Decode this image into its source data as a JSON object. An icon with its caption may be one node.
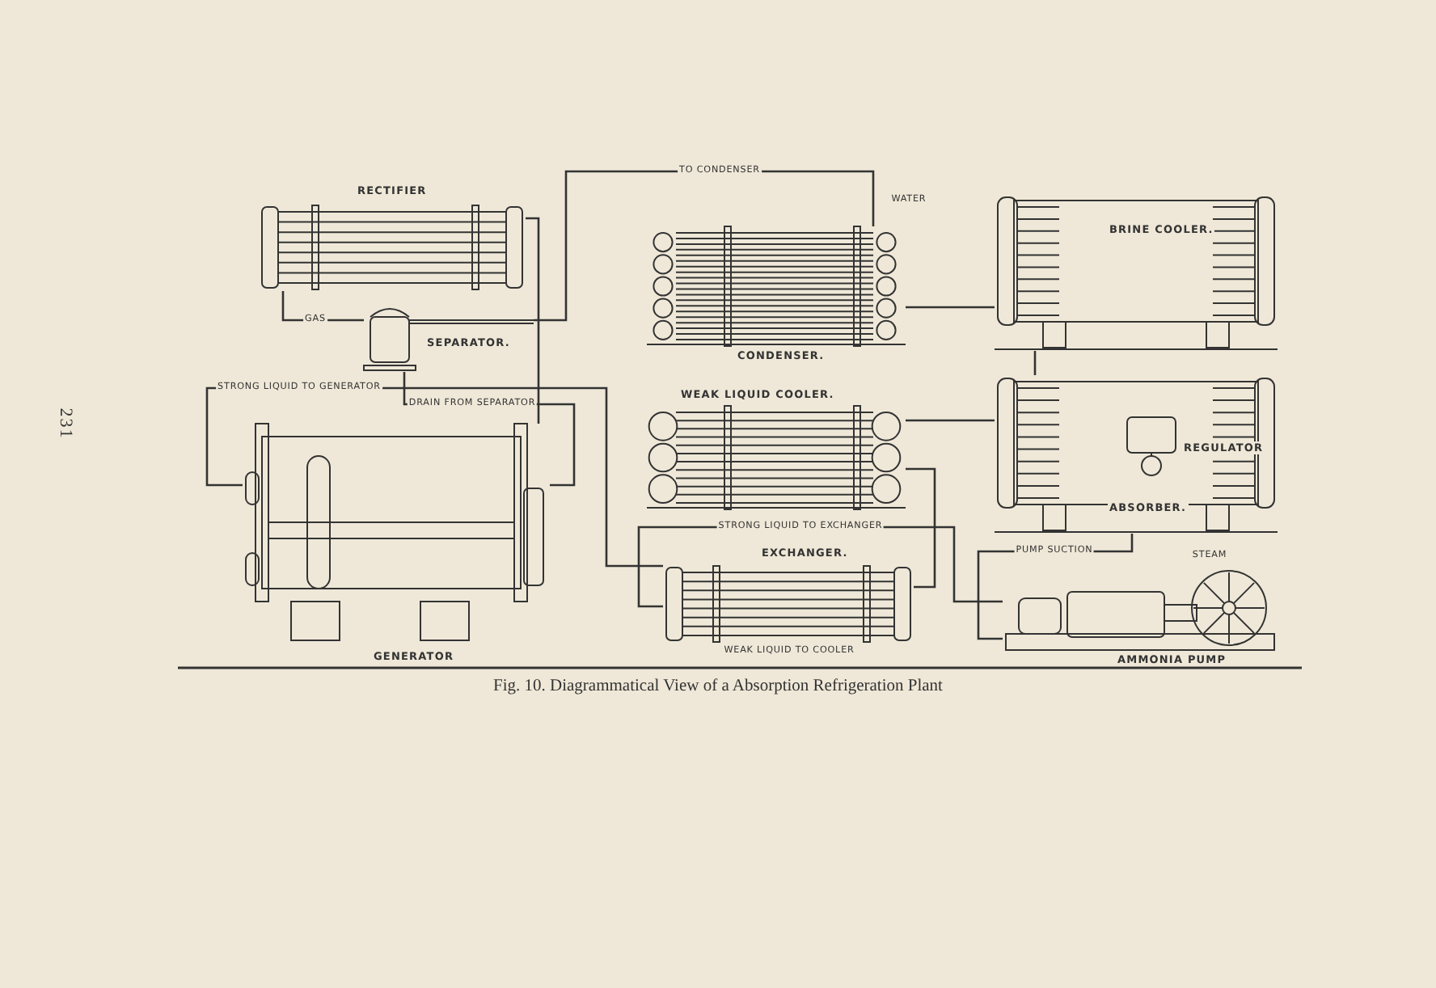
{
  "diagram": {
    "caption": "Fig. 10. Diagrammatical View of a Absorption Refrigeration Plant",
    "nodes": [
      {
        "text": [
          "RECTIFIER"
        ]
      },
      {
        "text": [
          "SEPARATOR."
        ]
      },
      {
        "text": [
          "GENERATOR"
        ]
      },
      {
        "text": [
          "CONDENSER."
        ]
      },
      {
        "text": [
          "WEAK LIQUID COOLER."
        ]
      },
      {
        "text": [
          "EXCHANGER."
        ]
      },
      {
        "text": [
          "BRINE COOLER."
        ]
      },
      {
        "text": [
          "ABSORBER."
        ]
      },
      {
        "text": [
          "REGULATOR"
        ],
        "in": 7
      },
      {
        "text": [
          "AMMONIA PUMP"
        ]
      }
    ],
    "edges": [
      {
        "from": 0,
        "to": 1,
        "arrow": "none",
        "label": "GAS"
      },
      {
        "from": 1,
        "to": 3,
        "arrow": "none",
        "label": "TO CONDENSER"
      },
      {
        "from": 2,
        "to": 0,
        "arrow": "none"
      },
      {
        "from": 1,
        "to": 2,
        "arrow": "none",
        "label": "DRAIN FROM SEPARATOR"
      },
      {
        "from": 5,
        "to": 2,
        "arrow": "none",
        "label": "STRONG LIQUID TO GENERATOR"
      },
      {
        "from": 9,
        "to": 5,
        "arrow": "none",
        "label": "STRONG LIQUID TO EXCHANGER"
      },
      {
        "from": 5,
        "to": 4,
        "arrow": "none"
      },
      {
        "from": 4,
        "to": 7,
        "arrow": "none"
      },
      {
        "from": 7,
        "to": 9,
        "arrow": "none",
        "label": "PUMP SUCTION"
      },
      {
        "from": 6,
        "to": 7,
        "arrow": "none"
      },
      {
        "from": 3,
        "to": 6,
        "arrow": "none"
      }
    ],
    "labels": [
      "231",
      "WATER",
      "STEAM",
      "WEAK LIQUID TO COOLER"
    ]
  }
}
